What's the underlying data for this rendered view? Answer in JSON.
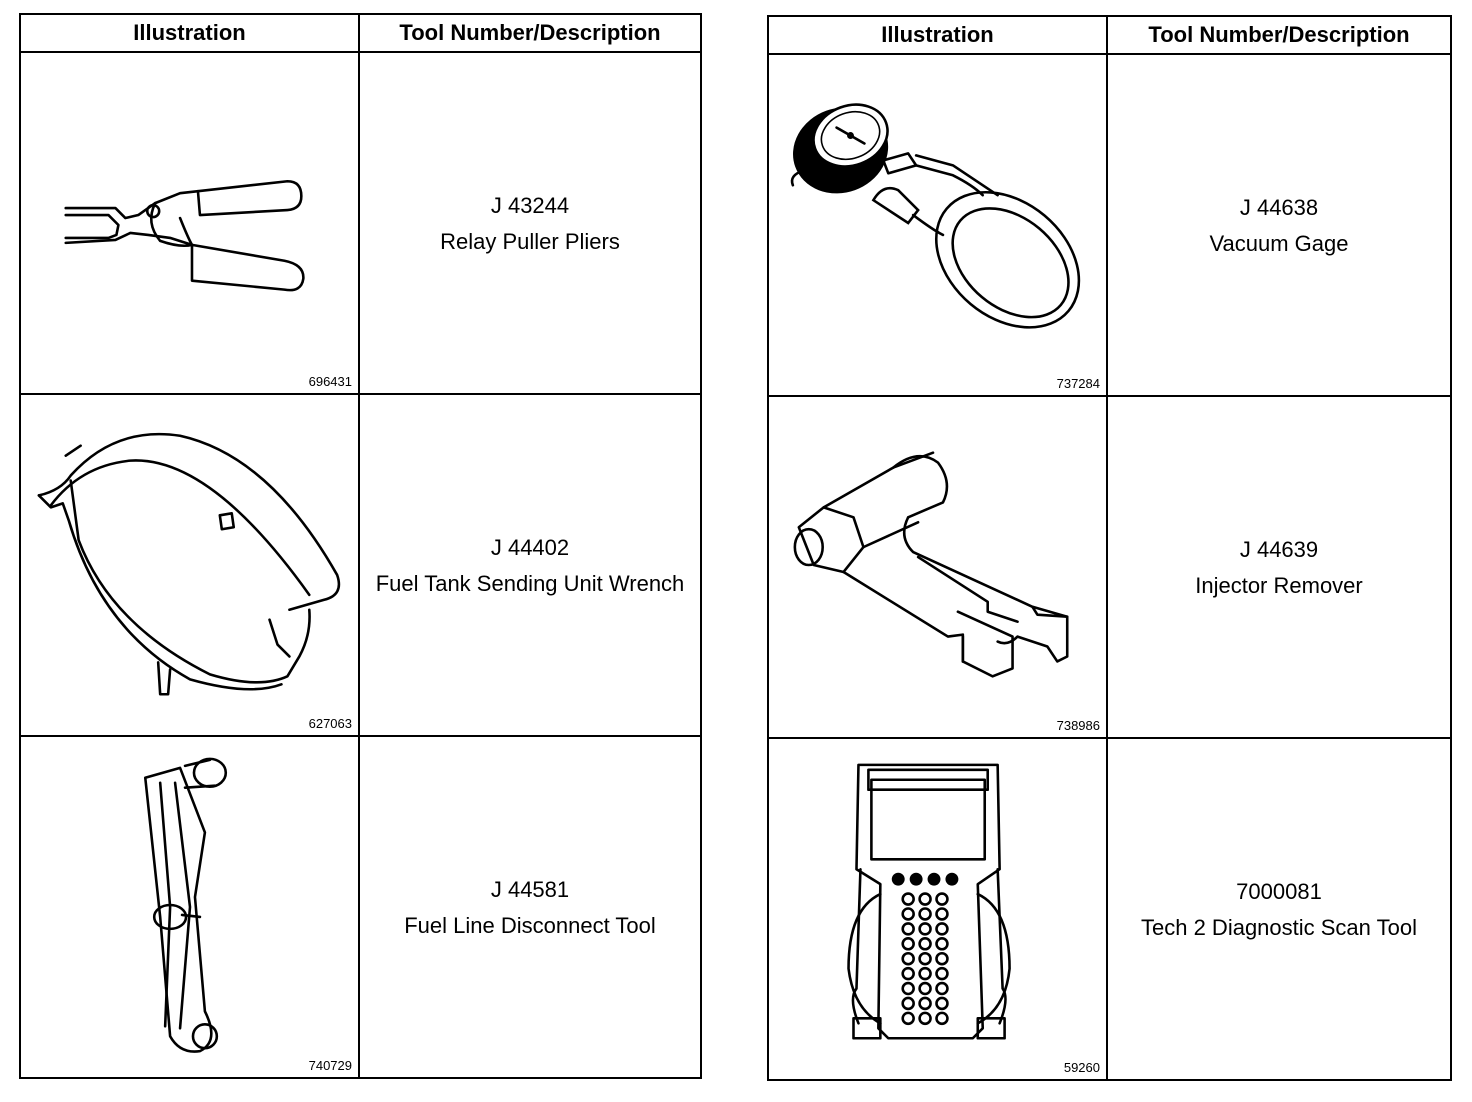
{
  "tables": [
    {
      "headers": {
        "illustration": "Illustration",
        "tool": "Tool Number/Description"
      },
      "rows": [
        {
          "figure_id": "696431",
          "tool_number": "J 43244",
          "description": "Relay Puller Pliers",
          "icon": "pliers-icon"
        },
        {
          "figure_id": "627063",
          "tool_number": "J 44402",
          "description": "Fuel Tank Sending Unit Wrench",
          "icon": "wrench-icon"
        },
        {
          "figure_id": "740729",
          "tool_number": "J 44581",
          "description": "Fuel Line Disconnect Tool",
          "icon": "disconnect-tool-icon"
        }
      ]
    },
    {
      "headers": {
        "illustration": "Illustration",
        "tool": "Tool Number/Description"
      },
      "rows": [
        {
          "figure_id": "737284",
          "tool_number": "J 44638",
          "description": "Vacuum Gage",
          "icon": "vacuum-gauge-icon"
        },
        {
          "figure_id": "738986",
          "tool_number": "J 44639",
          "description": "Injector Remover",
          "icon": "injector-remover-icon"
        },
        {
          "figure_id": "59260",
          "tool_number": "7000081",
          "description": "Tech 2 Diagnostic Scan Tool",
          "icon": "scan-tool-icon"
        }
      ]
    }
  ]
}
